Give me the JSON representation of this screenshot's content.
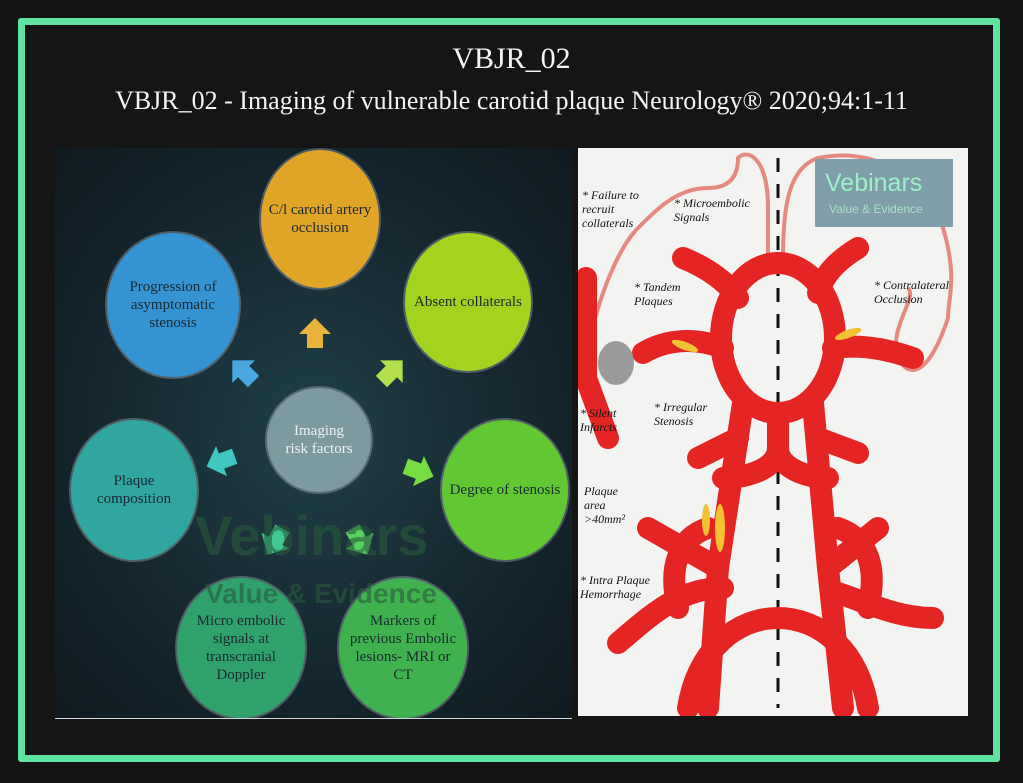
{
  "title": "VBJR_02",
  "subtitle": "VBJR_02  - Imaging of vulnerable carotid plaque Neurology® 2020;94:1-11",
  "left_diagram": {
    "center": "Imaging risk factors",
    "factors": [
      {
        "label": "C/l carotid artery occlusion",
        "color": "#e0a527"
      },
      {
        "label": "Absent collaterals",
        "color": "#a2d31e"
      },
      {
        "label": "Degree of stenosis",
        "color": "#62c832"
      },
      {
        "label": "Markers of previous Embolic lesions- MRI or CT",
        "color": "#3fb24f"
      },
      {
        "label": "Micro embolic signals at transcranial Doppler",
        "color": "#2fa26c"
      },
      {
        "label": "Plaque composition",
        "color": "#2fa6a0"
      },
      {
        "label": "Progression of asymptomatic stenosis",
        "color": "#3493d3"
      }
    ],
    "watermark": {
      "name": "Vebinars",
      "tagline": "Value & Evidence"
    }
  },
  "right_drawing": {
    "logo": {
      "name": "Vebinars",
      "tagline": "Value & Evidence"
    },
    "notes": [
      "* Failure to recruit collaterals",
      "* Microembolic Signals",
      "* Tandem Plaques",
      "* Contralateral Occlusion",
      "* Silent Infarcts",
      "* Irregular Stenosis",
      "Plaque area >40mm²",
      "* Intra Plaque Hemorrhage"
    ]
  }
}
